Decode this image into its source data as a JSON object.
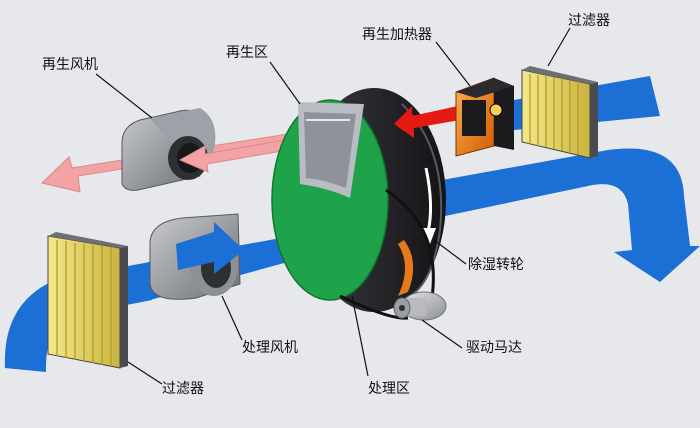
{
  "labels": {
    "regen_fan": "再生风机",
    "regen_zone": "再生区",
    "regen_heater": "再生加热器",
    "filter_top": "过滤器",
    "rotor": "除湿转轮",
    "process_fan": "处理风机",
    "drive_motor": "驱动马达",
    "filter_bottom": "过滤器",
    "process_zone": "处理区"
  },
  "colors": {
    "background": "#e6e8ec",
    "process_air": "#1c6fd4",
    "regen_air": "#f3a3a3",
    "heater_air": "#e51a12",
    "rotor_process_face": "#1fa34a",
    "rotor_rim": "#26262a",
    "filter_media": "#e8d766",
    "heater_body": "#f07a18"
  }
}
